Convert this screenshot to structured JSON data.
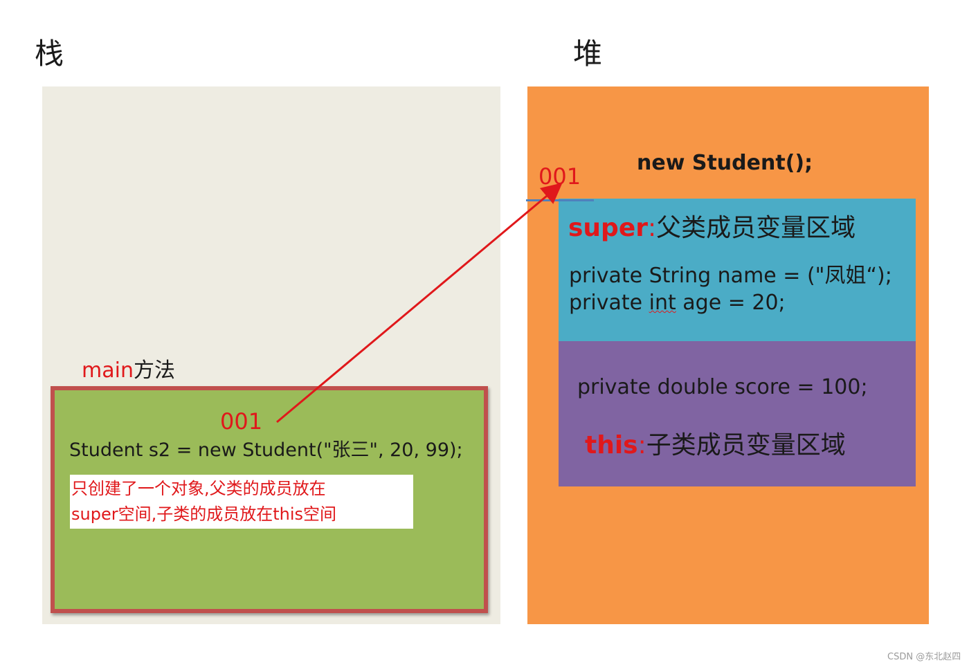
{
  "stack": {
    "heading": "栈",
    "frame_label_keyword": "main",
    "frame_label_suffix": "方法",
    "ref": "001",
    "statement": "Student s2 = new Student(\"张三\", 20, 99);",
    "note_line1": "只创建了一个对象,父类的成员放在",
    "note_line2": "super空间,子类的成员放在this空间"
  },
  "heap": {
    "heading": "堆",
    "ref": "001",
    "object_label": "new Student();",
    "super_region": {
      "keyword": "super",
      "colon": ":",
      "title": "父类成员变量区域",
      "field1": "private String name = (\"凤姐“);",
      "field2_prefix": "private ",
      "field2_type": "int",
      "field2_suffix": " age = 20;"
    },
    "this_region": {
      "field1": "private double score = 100;",
      "keyword": "this",
      "colon": ":",
      "title": "子类成员变量区域"
    }
  },
  "colors": {
    "stack_bg": "#eeece2",
    "heap_bg": "#f79646",
    "main_frame": "#9bbb59",
    "main_frame_border": "#c0504d",
    "super_region": "#4bacc6",
    "this_region": "#8064a2",
    "arrow": "#e0181b"
  },
  "watermark": "CSDN @东北赵四"
}
